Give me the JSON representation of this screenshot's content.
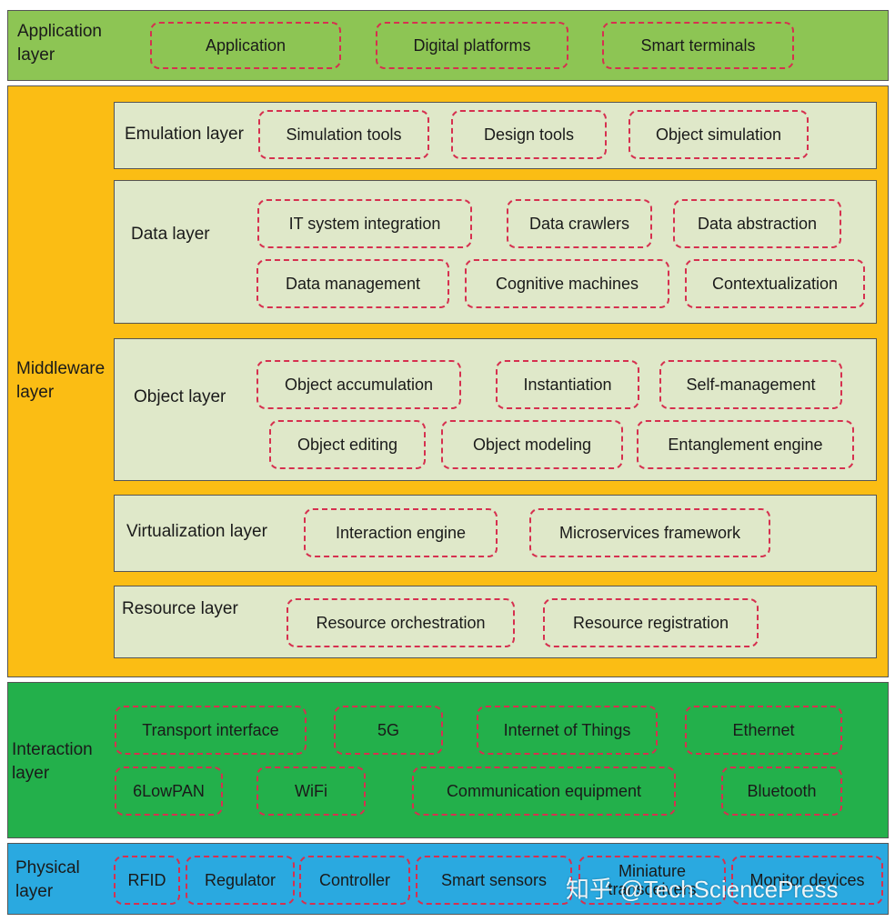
{
  "application_layer": {
    "label": "Application\nlayer",
    "color": "#8dc554",
    "items": [
      "Application",
      "Digital platforms",
      "Smart terminals"
    ]
  },
  "middleware_layer": {
    "label": "Middleware\nlayer",
    "color": "#fbbd14",
    "emulation": {
      "label": "Emulation layer",
      "items": [
        "Simulation tools",
        "Design tools",
        "Object simulation"
      ]
    },
    "data": {
      "label": "Data layer",
      "items": [
        "IT system integration",
        "Data crawlers",
        "Data abstraction",
        "Data management",
        "Cognitive machines",
        "Contextualization"
      ]
    },
    "object": {
      "label": "Object layer",
      "items": [
        "Object accumulation",
        "Instantiation",
        "Self-management",
        "Object editing",
        "Object modeling",
        "Entanglement engine"
      ]
    },
    "virtualization": {
      "label": "Virtualization layer",
      "items": [
        "Interaction engine",
        "Microservices framework"
      ]
    },
    "resource": {
      "label": "Resource layer",
      "items": [
        "Resource orchestration",
        "Resource registration"
      ]
    }
  },
  "interaction_layer": {
    "label": "Interaction\nlayer",
    "color": "#23b04b",
    "items": [
      "Transport interface",
      "5G",
      "Internet of Things",
      "Ethernet",
      "6LowPAN",
      "WiFi",
      "Communication equipment",
      "Bluetooth"
    ]
  },
  "physical_layer": {
    "label": "Physical\nlayer",
    "color": "#2aa9e0",
    "items": [
      "RFID",
      "Regulator",
      "Controller",
      "Smart sensors",
      "Miniature\ntransceivers",
      "Monitor devices"
    ]
  },
  "watermark": "知乎 @TechSciencePress"
}
